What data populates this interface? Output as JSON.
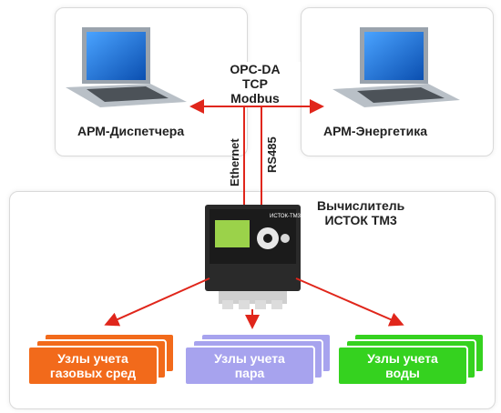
{
  "workstations": {
    "left_label": "АРМ-Диспетчера",
    "right_label": "АРМ-Энергетика"
  },
  "protocols": {
    "line1": "OPC-DA",
    "line2": "TCP",
    "line3": "Modbus"
  },
  "links": {
    "ethernet": "Ethernet",
    "rs485": "RS485"
  },
  "device": {
    "title_line1": "Вычислитель",
    "title_line2": "ИСТОК ТМ3",
    "brand": "ИСТОК-ТМ3"
  },
  "nodes": [
    {
      "line1": "Узлы учета",
      "line2": "газовых сред",
      "color": "#f26a1b"
    },
    {
      "line1": "Узлы учета",
      "line2": "пара",
      "color": "#a7a3ee"
    },
    {
      "line1": "Узлы учета",
      "line2": "воды",
      "color": "#35d21f"
    }
  ],
  "colors": {
    "arrow": "#e0261b",
    "laptop_screen": "#1f6fd1",
    "device_body": "#2a2a2a"
  }
}
